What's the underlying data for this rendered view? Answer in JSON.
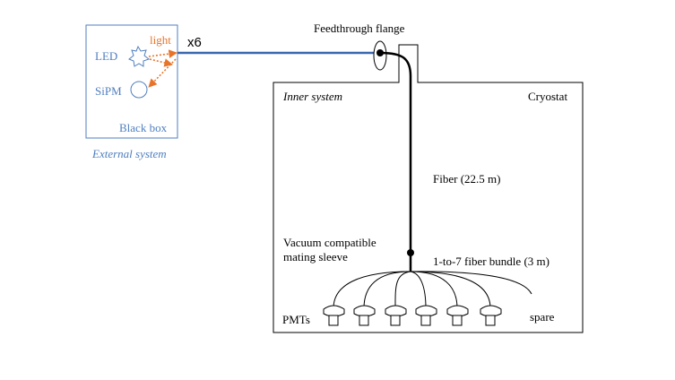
{
  "external": {
    "led_label": "LED",
    "light_label": "light",
    "sipm_label": "SiPM",
    "box_label": "Black box",
    "system_label": "External system",
    "multiplicity": "x6"
  },
  "flange": {
    "label": "Feedthrough flange"
  },
  "cryostat": {
    "inner_label": "Inner system",
    "label": "Cryostat",
    "fiber_label": "Fiber (22.5 m)",
    "sleeve_label_line1": "Vacuum compatible",
    "sleeve_label_line2": "mating sleeve",
    "bundle_label": "1-to-7 fiber bundle (3 m)",
    "pmts_label": "PMTs",
    "spare_label": "spare"
  },
  "colors": {
    "external_blue": "#4f7fbf",
    "light_orange": "#e8742a",
    "fiber_blue": "#3a67ad",
    "black": "#000000"
  }
}
